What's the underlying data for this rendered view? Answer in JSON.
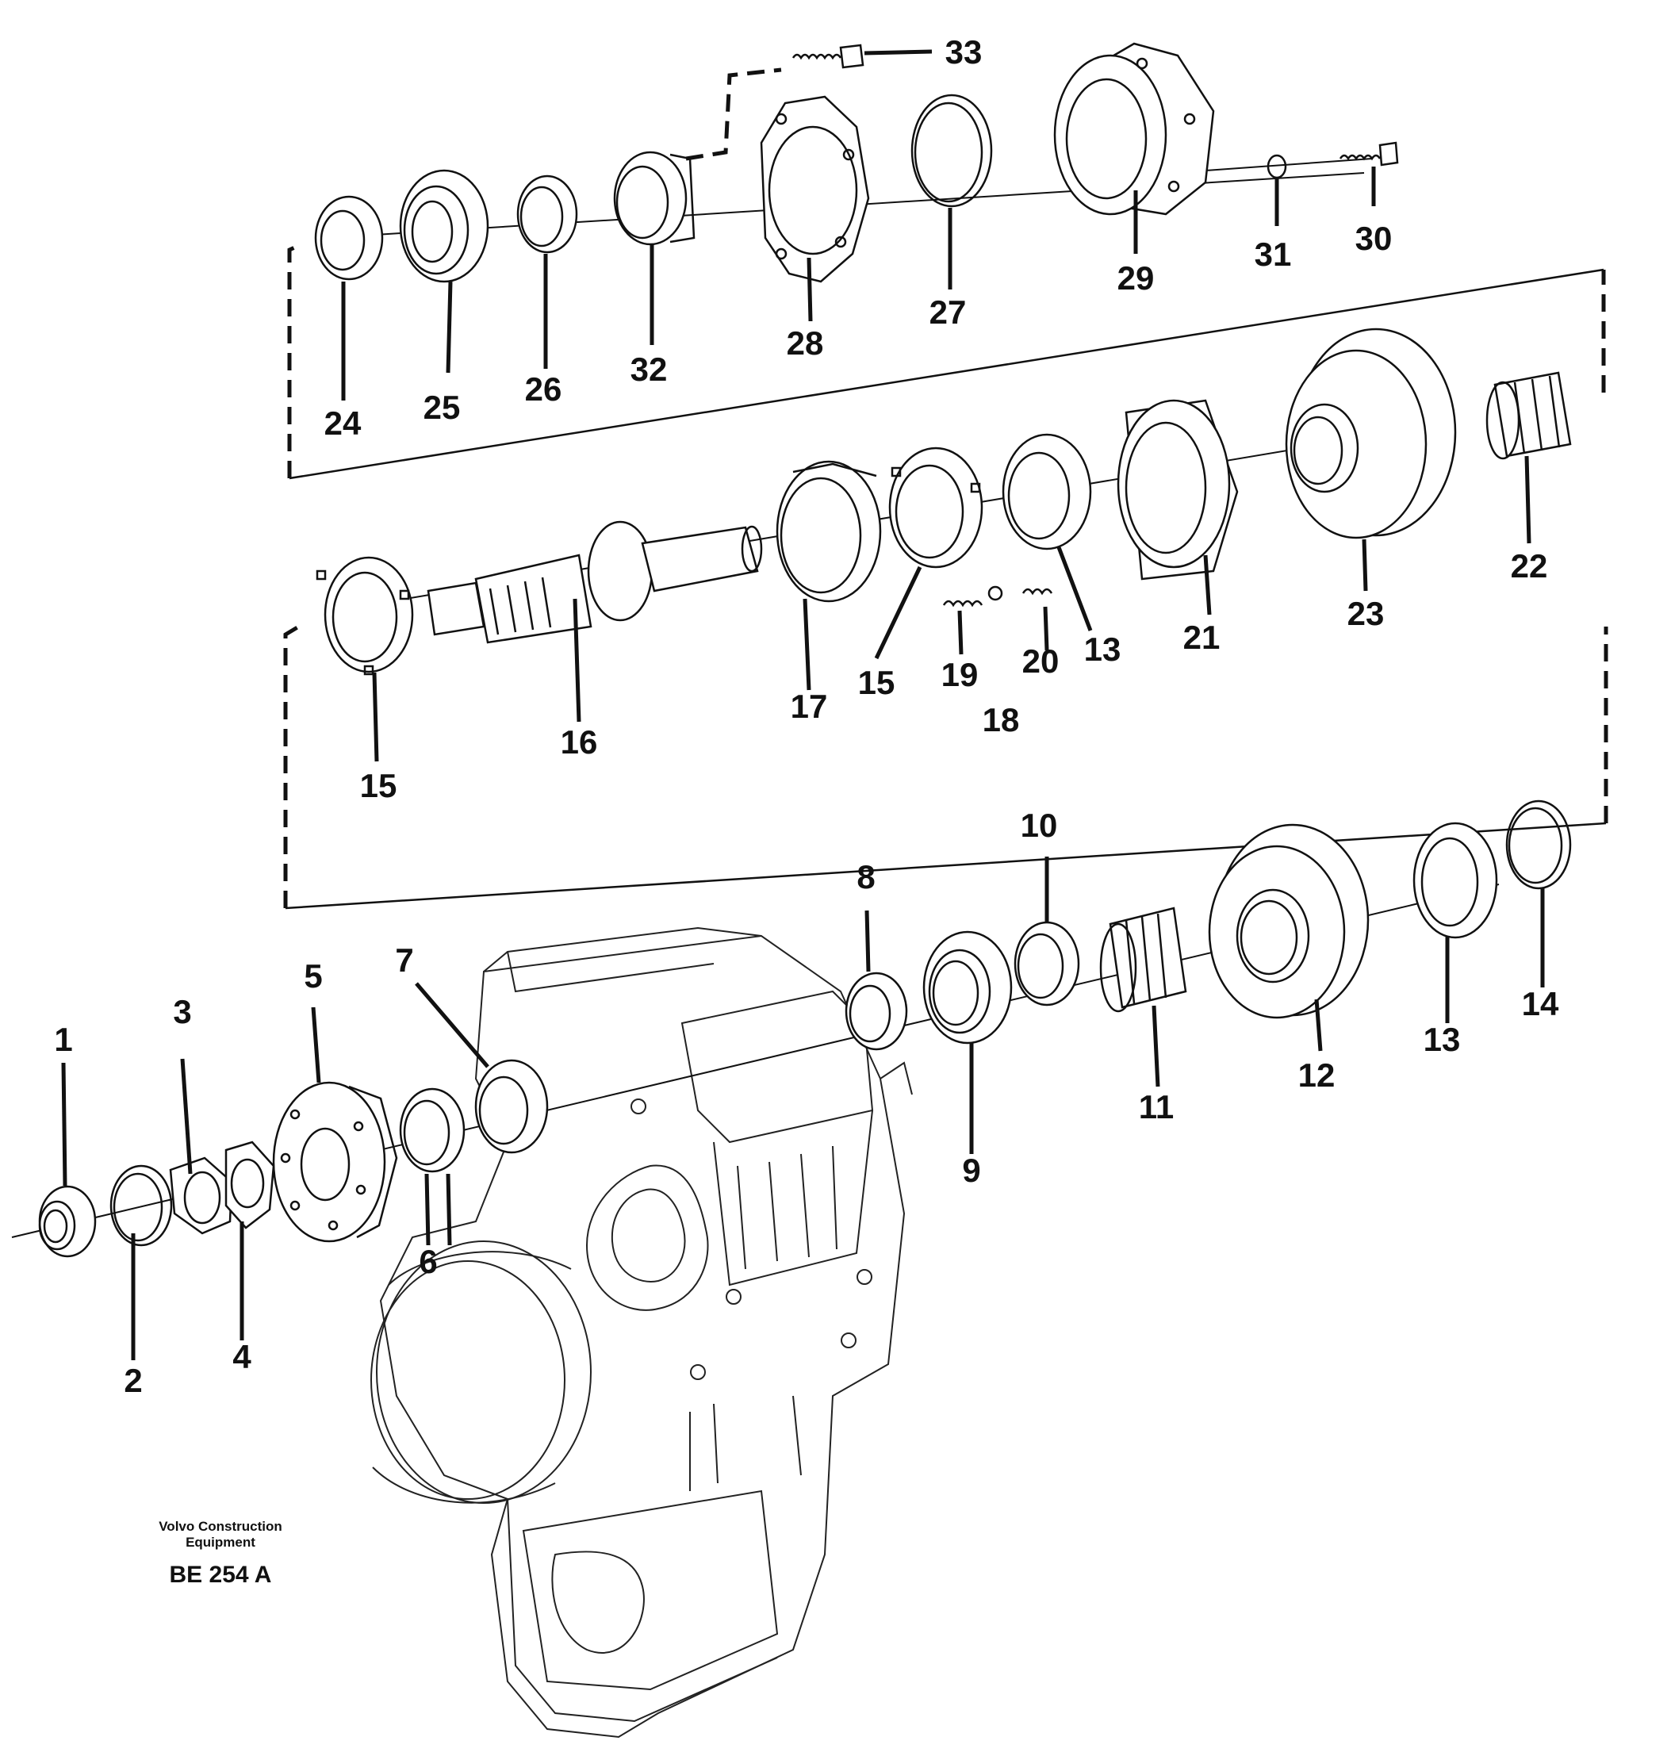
{
  "callouts": [
    {
      "n": "1"
    },
    {
      "n": "2"
    },
    {
      "n": "3"
    },
    {
      "n": "4"
    },
    {
      "n": "5"
    },
    {
      "n": "6"
    },
    {
      "n": "7"
    },
    {
      "n": "8"
    },
    {
      "n": "9"
    },
    {
      "n": "10"
    },
    {
      "n": "11"
    },
    {
      "n": "12"
    },
    {
      "n": "13"
    },
    {
      "n": "14"
    },
    {
      "n": "15"
    },
    {
      "n": "16"
    },
    {
      "n": "17"
    },
    {
      "n": "15"
    },
    {
      "n": "19"
    },
    {
      "n": "18"
    },
    {
      "n": "20"
    },
    {
      "n": "13"
    },
    {
      "n": "21"
    },
    {
      "n": "23"
    },
    {
      "n": "22"
    },
    {
      "n": "24"
    },
    {
      "n": "25"
    },
    {
      "n": "26"
    },
    {
      "n": "32"
    },
    {
      "n": "28"
    },
    {
      "n": "27"
    },
    {
      "n": "29"
    },
    {
      "n": "31"
    },
    {
      "n": "30"
    },
    {
      "n": "33"
    }
  ],
  "credit": {
    "line1": "Volvo Construction",
    "line2": "Equipment",
    "code": "BE 254 A"
  }
}
